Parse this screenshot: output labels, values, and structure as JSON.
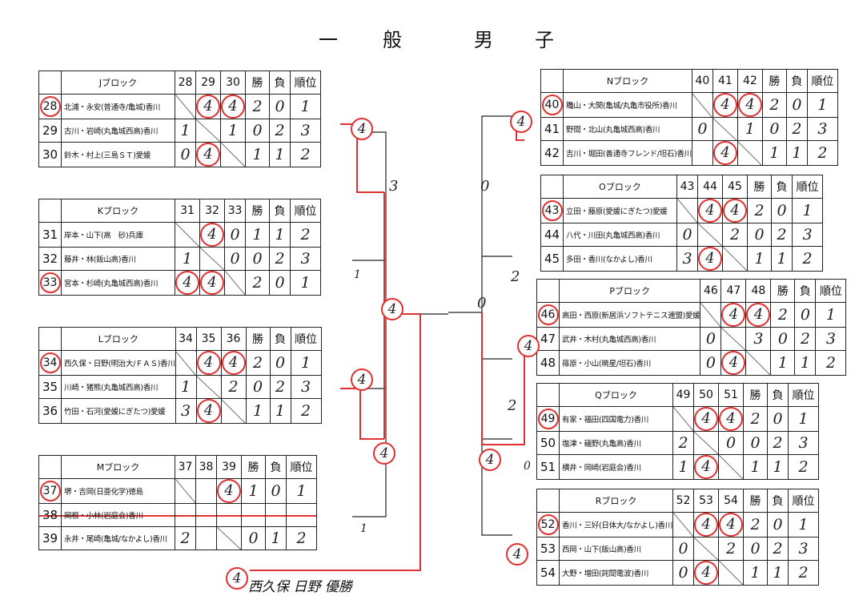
{
  "title": [
    "一",
    "般",
    "男",
    "子"
  ],
  "header_cols": {
    "win": "勝",
    "loss": "負",
    "rank": "順位"
  },
  "blocks": {
    "J": {
      "name": "Jブロック",
      "nums": [
        "28",
        "29",
        "30"
      ],
      "players": [
        {
          "num": "28",
          "name": "北浦・永安(普通寺/亀城)香川",
          "marks": [
            "",
            "4",
            "4"
          ],
          "win": "2",
          "loss": "0",
          "rank": "1",
          "circled": true
        },
        {
          "num": "29",
          "name": "古川・岩崎(丸亀城西高)香川",
          "marks": [
            "1",
            "",
            "1"
          ],
          "win": "0",
          "loss": "2",
          "rank": "3"
        },
        {
          "num": "30",
          "name": "鈴木・村上(三島ＳＴ)愛媛",
          "marks": [
            "0",
            "4",
            ""
          ],
          "win": "1",
          "loss": "1",
          "rank": "2"
        }
      ]
    },
    "K": {
      "name": "Kブロック",
      "nums": [
        "31",
        "32",
        "33"
      ],
      "players": [
        {
          "num": "31",
          "name": "岸本・山下(高　砂)兵庫",
          "marks": [
            "",
            "4",
            "0"
          ],
          "win": "1",
          "loss": "1",
          "rank": "2"
        },
        {
          "num": "32",
          "name": "藤井・林(飯山高)香川",
          "marks": [
            "1",
            "",
            "0"
          ],
          "win": "0",
          "loss": "2",
          "rank": "3"
        },
        {
          "num": "33",
          "name": "宮本・杉崎(丸亀城西高)香川",
          "marks": [
            "4",
            "4",
            ""
          ],
          "win": "2",
          "loss": "0",
          "rank": "1",
          "circled": true
        }
      ]
    },
    "L": {
      "name": "Lブロック",
      "nums": [
        "34",
        "35",
        "36"
      ],
      "players": [
        {
          "num": "34",
          "name": "西久保・日野(明治大/ＦＡＳ)香川",
          "marks": [
            "",
            "4",
            "4"
          ],
          "win": "2",
          "loss": "0",
          "rank": "1",
          "circled": true
        },
        {
          "num": "35",
          "name": "川崎・猪熊(丸亀城西高)香川",
          "marks": [
            "1",
            "",
            "2"
          ],
          "win": "0",
          "loss": "2",
          "rank": "3"
        },
        {
          "num": "36",
          "name": "竹田・石河(愛媛にぎたつ)愛媛",
          "marks": [
            "3",
            "4",
            ""
          ],
          "win": "1",
          "loss": "1",
          "rank": "2"
        }
      ]
    },
    "M": {
      "name": "Mブロック",
      "nums": [
        "37",
        "38",
        "39"
      ],
      "players": [
        {
          "num": "37",
          "name": "堺・吉岡(日亜化学)徳島",
          "marks": [
            "",
            "",
            "4"
          ],
          "win": "1",
          "loss": "0",
          "rank": "1",
          "circled": true
        },
        {
          "num": "38",
          "name": "岡根・小林(岩庭会)香川",
          "marks": [
            "",
            "",
            ""
          ],
          "win": "",
          "loss": "",
          "rank": "",
          "struck": true
        },
        {
          "num": "39",
          "name": "永井・尾崎(亀城/なかよし)香川",
          "marks": [
            "2",
            "",
            ""
          ],
          "win": "0",
          "loss": "1",
          "rank": "2"
        }
      ]
    },
    "N": {
      "name": "Nブロック",
      "nums": [
        "40",
        "41",
        "42"
      ],
      "players": [
        {
          "num": "40",
          "name": "穐山・大関(亀城/丸亀市役所)香川",
          "marks": [
            "",
            "4",
            "4"
          ],
          "win": "2",
          "loss": "0",
          "rank": "1",
          "circled": true
        },
        {
          "num": "41",
          "name": "野間・北山(丸亀城西高)香川",
          "marks": [
            "0",
            "",
            "1"
          ],
          "win": "0",
          "loss": "2",
          "rank": "3"
        },
        {
          "num": "42",
          "name": "吉川・堀田(善通寺フレンド/坦石)香川",
          "marks": [
            "",
            "4",
            ""
          ],
          "win": "1",
          "loss": "1",
          "rank": "2"
        }
      ]
    },
    "O": {
      "name": "Oブロック",
      "nums": [
        "43",
        "44",
        "45"
      ],
      "players": [
        {
          "num": "43",
          "name": "立田・藤原(愛媛にぎたつ)愛媛",
          "marks": [
            "",
            "4",
            "4"
          ],
          "win": "2",
          "loss": "0",
          "rank": "1",
          "circled": true
        },
        {
          "num": "44",
          "name": "八代・川田(丸亀城西高)香川",
          "marks": [
            "0",
            "",
            "2"
          ],
          "win": "0",
          "loss": "2",
          "rank": "3"
        },
        {
          "num": "45",
          "name": "多田・香川(なかよし)香川",
          "marks": [
            "3",
            "4",
            ""
          ],
          "win": "1",
          "loss": "1",
          "rank": "2"
        }
      ]
    },
    "P": {
      "name": "Pブロック",
      "nums": [
        "46",
        "47",
        "48"
      ],
      "players": [
        {
          "num": "46",
          "name": "高田・西原(新居浜ソフトテニス連盟)愛媛",
          "marks": [
            "",
            "4",
            "4"
          ],
          "win": "2",
          "loss": "0",
          "rank": "1",
          "circled": true
        },
        {
          "num": "47",
          "name": "武井・木村(丸亀城西高)香川",
          "marks": [
            "0",
            "",
            "3"
          ],
          "win": "0",
          "loss": "2",
          "rank": "3"
        },
        {
          "num": "48",
          "name": "篠原・小山(暁星/坦石)香川",
          "marks": [
            "0",
            "4",
            ""
          ],
          "win": "1",
          "loss": "1",
          "rank": "2"
        }
      ]
    },
    "Q": {
      "name": "Qブロック",
      "nums": [
        "49",
        "50",
        "51"
      ],
      "players": [
        {
          "num": "49",
          "name": "有家・福田(四国電力)香川",
          "marks": [
            "",
            "4",
            "4"
          ],
          "win": "2",
          "loss": "0",
          "rank": "1",
          "circled": true
        },
        {
          "num": "50",
          "name": "塩津・礒野(丸亀高)香川",
          "marks": [
            "2",
            "",
            "0"
          ],
          "win": "0",
          "loss": "2",
          "rank": "3"
        },
        {
          "num": "51",
          "name": "横井・岡崎(岩庭会)香川",
          "marks": [
            "1",
            "4",
            ""
          ],
          "win": "1",
          "loss": "1",
          "rank": "2"
        }
      ]
    },
    "R": {
      "name": "Rブロック",
      "nums": [
        "52",
        "53",
        "54"
      ],
      "players": [
        {
          "num": "52",
          "name": "香川・三好(日体大/なかよし)香川",
          "marks": [
            "",
            "4",
            "4"
          ],
          "win": "2",
          "loss": "0",
          "rank": "1",
          "circled": true
        },
        {
          "num": "53",
          "name": "西岡・山下(飯山高)香川",
          "marks": [
            "0",
            "",
            "2"
          ],
          "win": "0",
          "loss": "2",
          "rank": "3"
        },
        {
          "num": "54",
          "name": "大野・増田(詫間電波)香川",
          "marks": [
            "0",
            "4",
            ""
          ],
          "win": "1",
          "loss": "1",
          "rank": "2"
        }
      ]
    }
  },
  "bracket_scores": {
    "jk_winner": "4",
    "jk_loser": "3",
    "jk_bottom": "1",
    "lm_winner": "4",
    "lm_semi": "4",
    "lm_bottom": "1",
    "semi_left": "4",
    "final": "0",
    "no_top": "0",
    "no_winner": "4",
    "no_bottom": "2",
    "pq_top": "4",
    "pq_mid": "2",
    "pq_low": "0",
    "pq_winner": "4",
    "r_winner": "4",
    "champion_score": "4"
  },
  "note": "西久保 日野 優勝"
}
